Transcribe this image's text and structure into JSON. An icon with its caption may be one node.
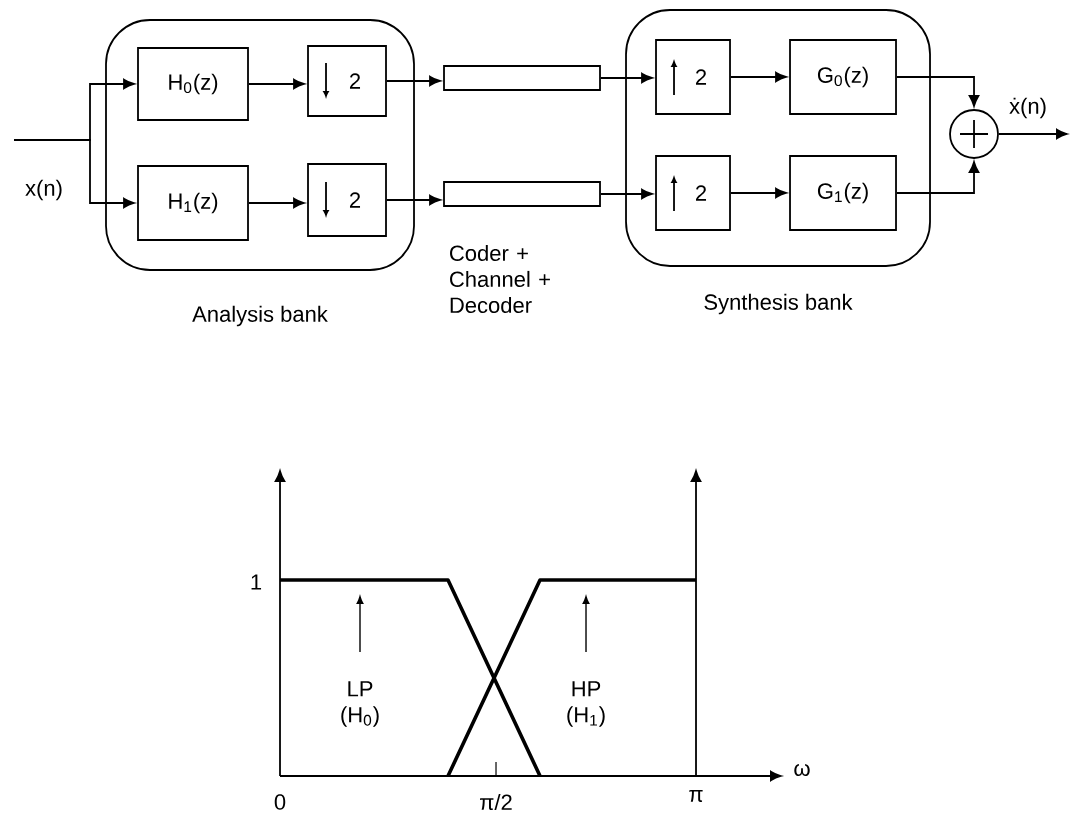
{
  "diagram": {
    "nodes": [
      {
        "text": [
          "Analysis bank"
        ]
      },
      {
        "text": [
          "H$_{0}$(z)"
        ],
        "in": 0
      },
      {
        "text": [
          "2"
        ],
        "in": 0
      },
      {
        "text": [
          "H$_{1}$(z)"
        ],
        "in": 0
      },
      {
        "text": [
          "2"
        ],
        "in": 0
      },
      {
        "text": [],
        "shape": "box"
      },
      {
        "text": [],
        "shape": "box"
      },
      {
        "text": [
          "Synthesis bank"
        ]
      },
      {
        "text": [
          "2"
        ],
        "in": 7
      },
      {
        "text": [
          "G$_{0}$(z)"
        ],
        "in": 7
      },
      {
        "text": [
          "2"
        ],
        "in": 7
      },
      {
        "text": [
          "G$_{1}$(z)"
        ],
        "in": 7
      },
      {
        "text": [],
        "shape": "circle"
      }
    ],
    "edges": [
      {
        "from": null,
        "to": 1,
        "arrow": "to"
      },
      {
        "from": null,
        "to": 3,
        "arrow": "to"
      },
      {
        "from": 1,
        "to": 2,
        "arrow": "to"
      },
      {
        "from": 3,
        "to": 4,
        "arrow": "to"
      },
      {
        "from": 2,
        "to": 5,
        "arrow": "to"
      },
      {
        "from": 4,
        "to": 6,
        "arrow": "to"
      },
      {
        "from": 5,
        "to": 8,
        "arrow": "to"
      },
      {
        "from": 6,
        "to": 10,
        "arrow": "to"
      },
      {
        "from": 8,
        "to": 9,
        "arrow": "to"
      },
      {
        "from": 10,
        "to": 11,
        "arrow": "to"
      },
      {
        "from": 9,
        "to": 12,
        "arrow": "to"
      },
      {
        "from": 11,
        "to": 12,
        "arrow": "to"
      },
      {
        "from": 12,
        "to": null,
        "arrow": "to",
        "label": "ẋ(n)"
      }
    ],
    "labels": [
      "x(n)",
      "Coder + Channel + Decoder",
      "1",
      "LP (H$_{0}$)",
      "HP (H$_{1}$)",
      "ω",
      "0",
      "π/2",
      "π"
    ]
  }
}
